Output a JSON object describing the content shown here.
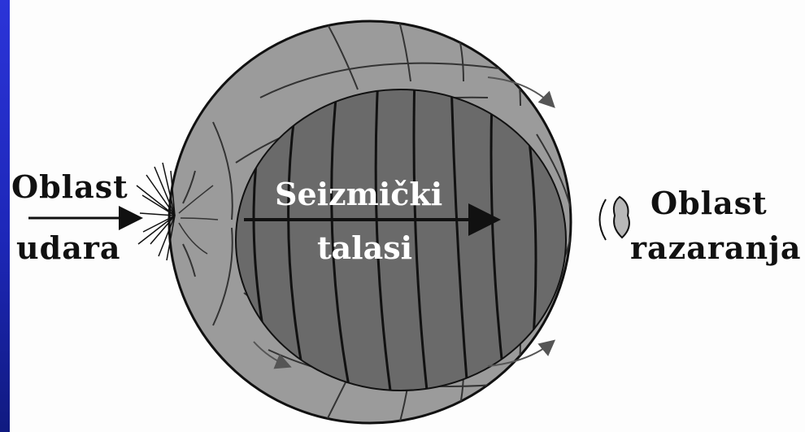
{
  "labels": {
    "impact_line1": "Oblast",
    "impact_line2": "udara",
    "waves_line1": "Seizmički",
    "waves_line2": "talasi",
    "destruction_line1": "Oblast",
    "destruction_line2": "razaranja"
  },
  "colors": {
    "sidebar": "#1d27b8",
    "mantle": "#9b9b9b",
    "core": "#6a6a6a",
    "wave_line": "#111111",
    "label_text": "#111111",
    "inner_text": "#ffffff"
  }
}
